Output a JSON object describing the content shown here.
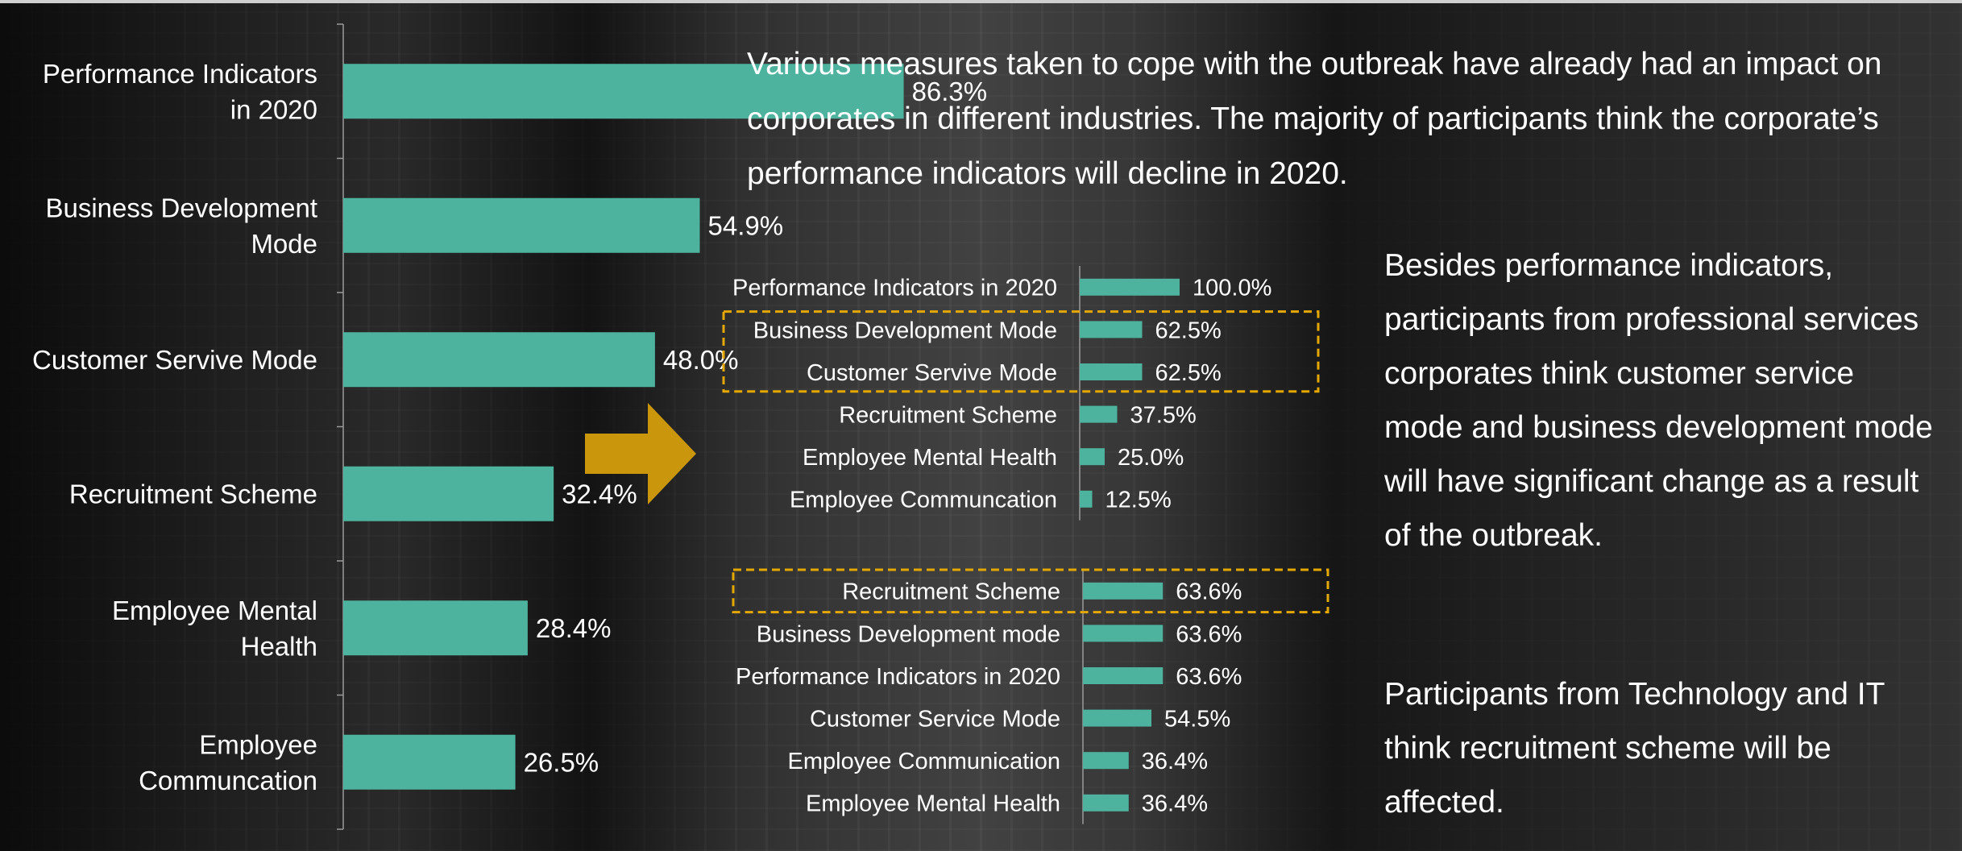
{
  "colors": {
    "bar": "#4DB39E",
    "highlight": "#E5A800",
    "arrow": "#C9960C",
    "text": "#FFFFFF",
    "axis": "#9A9A9A"
  },
  "icons": {
    "arrow": "arrow-right-icon"
  },
  "text": {
    "top_paragraph": "Various measures taken to cope with the outbreak have already had an impact on corporates in different industries. The majority of participants think the corporate’s performance indicators will decline in 2020.",
    "right_paragraph_1": "Besides performance indicators, participants from professional services corporates think customer service mode and business development mode will have significant change as a result of the outbreak.",
    "right_paragraph_2": "Participants from Technology and IT think recruitment scheme will be affected."
  },
  "chart_data": [
    {
      "type": "bar",
      "orientation": "horizontal",
      "categories": [
        [
          "Performance Indicators",
          "in 2020"
        ],
        [
          "Business Development",
          "Mode"
        ],
        [
          "Customer Servive Mode"
        ],
        [
          "Recruitment Scheme"
        ],
        [
          "Employee Mental",
          "Health"
        ],
        [
          "Employee",
          "Communcation"
        ]
      ],
      "values": [
        86.3,
        54.9,
        48.0,
        32.4,
        28.4,
        26.5
      ],
      "value_labels": [
        "86.3%",
        "54.9%",
        "48.0%",
        "32.4%",
        "28.4%",
        "26.5%"
      ],
      "xlim": [
        0,
        100
      ],
      "grid": false
    },
    {
      "type": "bar",
      "orientation": "horizontal",
      "categories": [
        [
          "Performance Indicators in 2020"
        ],
        [
          "Business Development Mode"
        ],
        [
          "Customer Servive Mode"
        ],
        [
          "Recruitment Scheme"
        ],
        [
          "Employee Mental Health"
        ],
        [
          "Employee Communcation"
        ]
      ],
      "values": [
        100.0,
        62.5,
        62.5,
        37.5,
        25.0,
        12.5
      ],
      "value_labels": [
        "100.0%",
        "62.5%",
        "62.5%",
        "37.5%",
        "25.0%",
        "12.5%"
      ],
      "highlighted_categories": [
        1,
        2
      ],
      "xlim": [
        0,
        100
      ],
      "grid": false
    },
    {
      "type": "bar",
      "orientation": "horizontal",
      "categories": [
        [
          "Recruitment Scheme"
        ],
        [
          "Business Development mode"
        ],
        [
          "Performance Indicators in 2020"
        ],
        [
          "Customer Service Mode"
        ],
        [
          "Employee Communication"
        ],
        [
          "Employee Mental Health"
        ]
      ],
      "values": [
        63.6,
        63.6,
        63.6,
        54.5,
        36.4,
        36.4
      ],
      "value_labels": [
        "63.6%",
        "63.6%",
        "63.6%",
        "54.5%",
        "36.4%",
        "36.4%"
      ],
      "highlighted_categories": [
        0
      ],
      "xlim": [
        0,
        100
      ],
      "grid": false
    }
  ]
}
